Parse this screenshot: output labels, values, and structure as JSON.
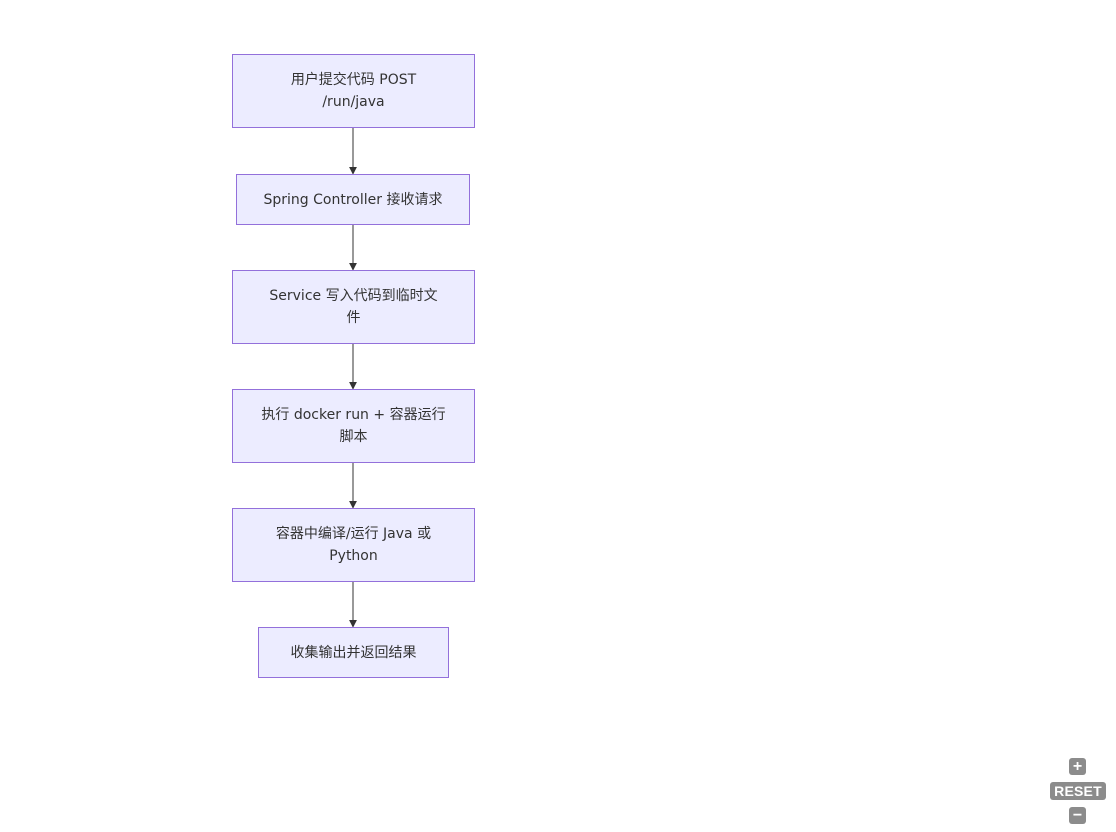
{
  "diagram": {
    "nodes": [
      {
        "id": "n1",
        "label": "用户提交代码 POST\n/run/java"
      },
      {
        "id": "n2",
        "label": "Spring Controller 接收请求"
      },
      {
        "id": "n3",
        "label": "Service 写入代码到临时文\n件"
      },
      {
        "id": "n4",
        "label": "执行 docker run + 容器运行\n脚本"
      },
      {
        "id": "n5",
        "label": "容器中编译/运行 Java 或\nPython"
      },
      {
        "id": "n6",
        "label": "收集输出并返回结果"
      }
    ],
    "edges": [
      {
        "from": "n1",
        "to": "n2"
      },
      {
        "from": "n2",
        "to": "n3"
      },
      {
        "from": "n3",
        "to": "n4"
      },
      {
        "from": "n4",
        "to": "n5"
      },
      {
        "from": "n5",
        "to": "n6"
      }
    ],
    "colors": {
      "node_fill": "#ececff",
      "node_border": "#9370db",
      "edge": "#333333",
      "text": "#333333"
    }
  },
  "zoom_controls": {
    "zoom_in_label": "+",
    "reset_label": "RESET",
    "zoom_out_label": "−"
  }
}
